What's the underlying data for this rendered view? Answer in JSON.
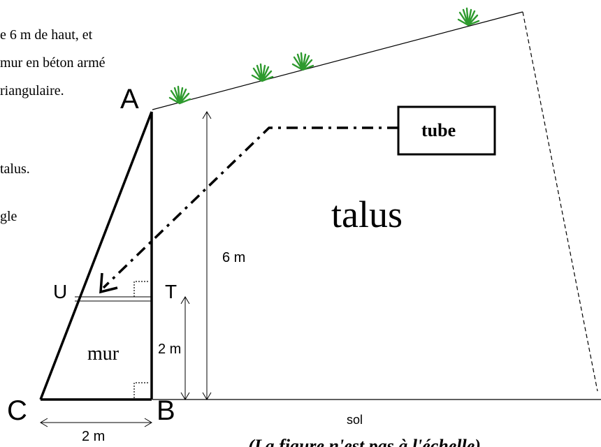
{
  "paragraph": {
    "line1": "e 6 m de haut, et",
    "line2": "mur en béton armé",
    "line3": "riangulaire.",
    "line4": "talus.",
    "line5": "gle"
  },
  "points": {
    "A": "A",
    "B": "B",
    "C": "C",
    "T": "T",
    "U": "U"
  },
  "labels": {
    "talus": "talus",
    "tube": "tube",
    "mur": "mur",
    "sol": "sol",
    "height_total": "6 m",
    "height_wall": "2 m",
    "base_width": "2 m",
    "caption": "(La figure n'est pas à l'échelle)"
  },
  "colors": {
    "grass": "#2e9a2e",
    "ink": "#000000"
  },
  "icons": [
    "grass-tuft-icon"
  ]
}
